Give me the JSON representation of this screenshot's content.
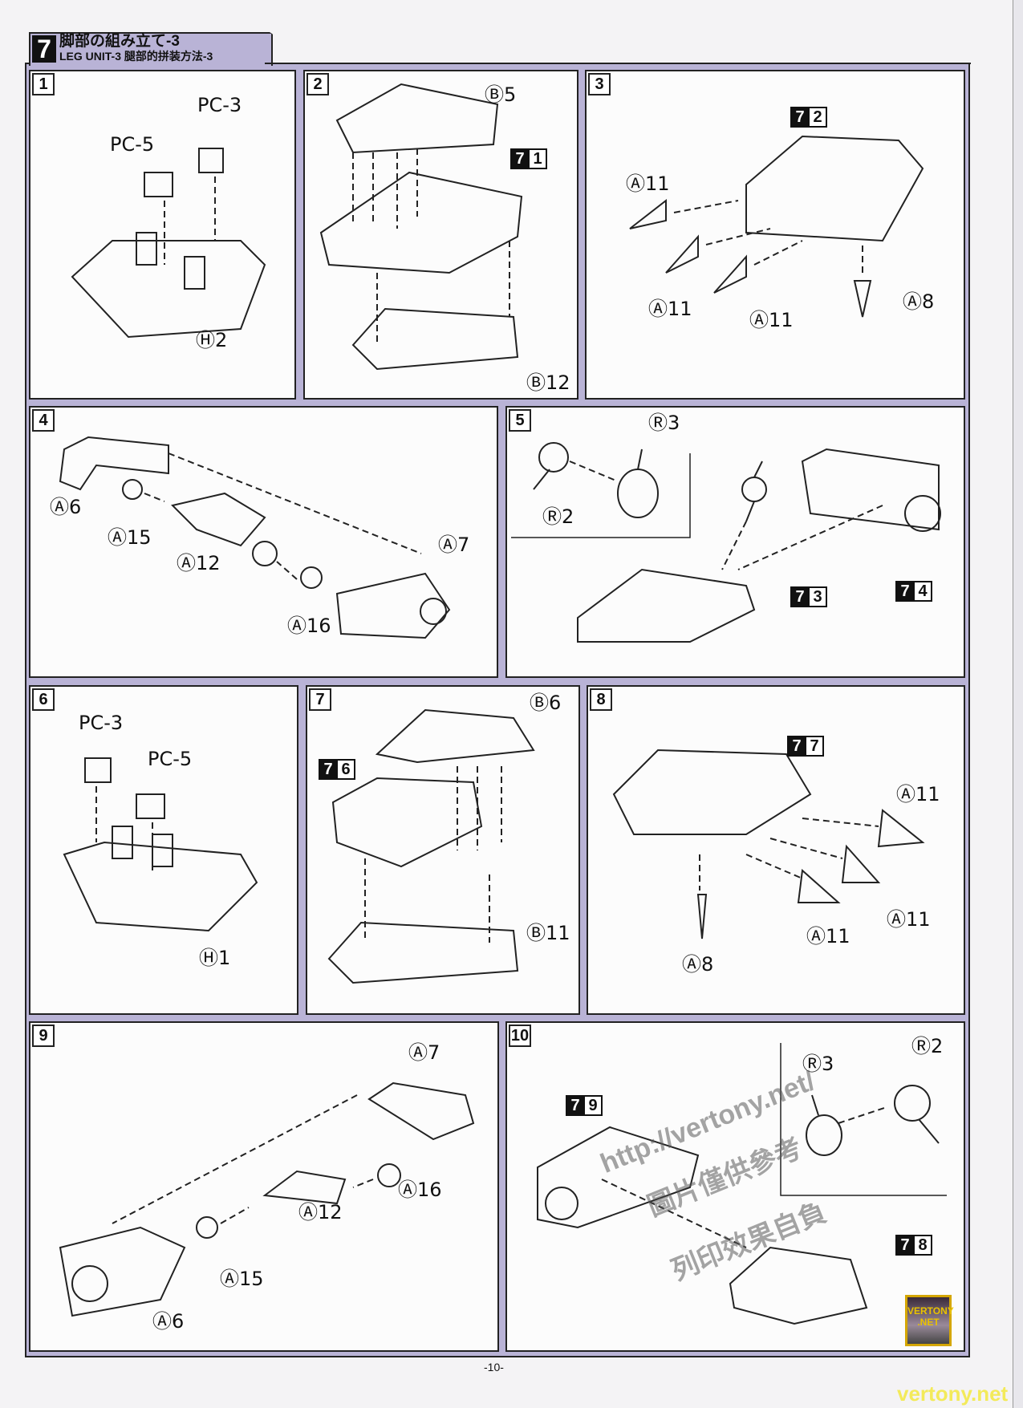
{
  "header": {
    "step_number": "7",
    "title_jp": "脚部の組み立て-3",
    "title_en": "LEG UNIT-3  腿部的拼装方法-3"
  },
  "panels": [
    {
      "number": "1",
      "labels": [
        "PC-3",
        "PC-5",
        "Ⓗ2"
      ]
    },
    {
      "number": "2",
      "labels": [
        "Ⓑ5",
        "Ⓑ12"
      ],
      "badges": [
        [
          "7",
          "1"
        ]
      ]
    },
    {
      "number": "3",
      "labels": [
        "Ⓐ11",
        "Ⓐ11",
        "Ⓐ11",
        "Ⓐ8"
      ],
      "badges": [
        [
          "7",
          "2"
        ]
      ]
    },
    {
      "number": "4",
      "labels": [
        "Ⓐ6",
        "Ⓐ15",
        "Ⓐ12",
        "Ⓐ7",
        "Ⓐ16"
      ]
    },
    {
      "number": "5",
      "labels": [
        "Ⓡ3",
        "Ⓡ2"
      ],
      "badges": [
        [
          "7",
          "3"
        ],
        [
          "7",
          "4"
        ]
      ]
    },
    {
      "number": "6",
      "labels": [
        "PC-3",
        "PC-5",
        "Ⓗ1"
      ]
    },
    {
      "number": "7",
      "labels": [
        "Ⓑ6",
        "Ⓑ11"
      ],
      "badges": [
        [
          "7",
          "6"
        ]
      ]
    },
    {
      "number": "8",
      "labels": [
        "Ⓐ11",
        "Ⓐ11",
        "Ⓐ11",
        "Ⓐ8"
      ],
      "badges": [
        [
          "7",
          "7"
        ]
      ]
    },
    {
      "number": "9",
      "labels": [
        "Ⓐ7",
        "Ⓐ16",
        "Ⓐ12",
        "Ⓐ15",
        "Ⓐ6"
      ]
    },
    {
      "number": "10",
      "labels": [
        "Ⓡ3",
        "Ⓡ2"
      ],
      "badges": [
        [
          "7",
          "9"
        ],
        [
          "7",
          "8"
        ]
      ]
    }
  ],
  "page_number": "-10-",
  "watermark": {
    "url": "http://vertony.net/",
    "cn_line1": "圖片僅供參考",
    "cn_line2": "列印效果自負",
    "logo": "VERTONY .NET",
    "site": "vertony.net"
  }
}
